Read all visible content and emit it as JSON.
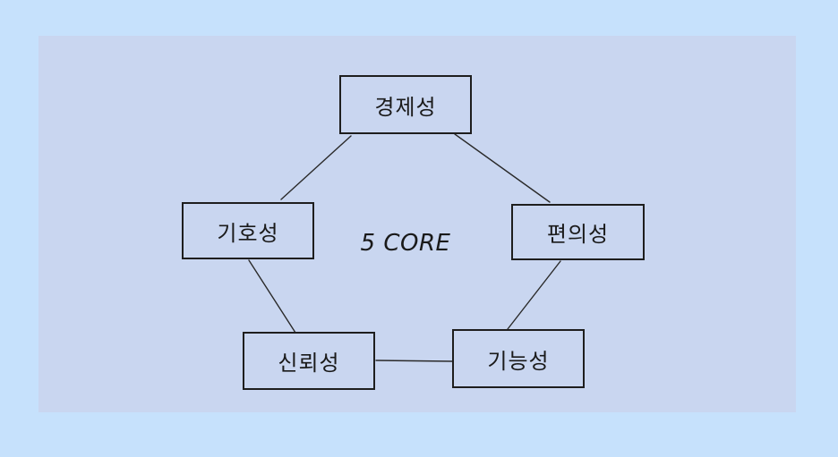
{
  "diagram": {
    "center_label": "5 CORE",
    "nodes": {
      "top": "경제성",
      "left": "기호성",
      "right": "편의성",
      "bottom_left": "신뢰성",
      "bottom_right": "기능성"
    }
  },
  "colors": {
    "page_background": "#c6e1fc",
    "panel_background": "#c9d6f0",
    "ink": "#1e1e1e"
  }
}
